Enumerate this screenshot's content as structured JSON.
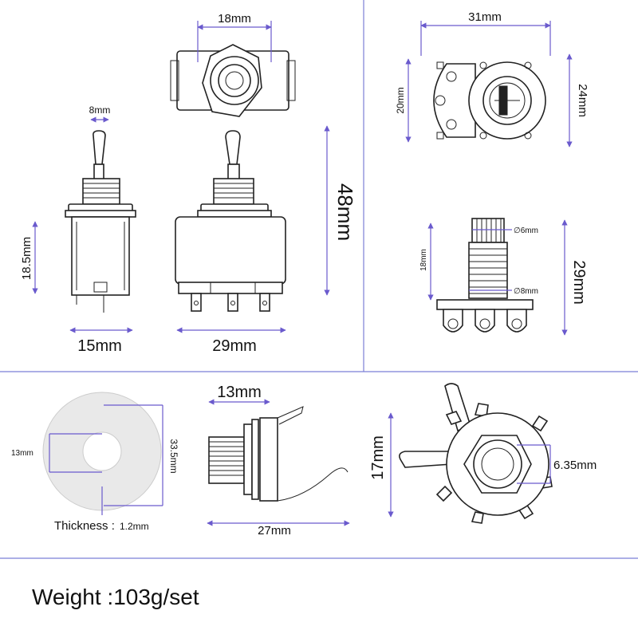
{
  "top_left": {
    "toggle_top_width": "18mm",
    "lever_width": "8mm",
    "body_height": "18.5mm",
    "total_height": "48mm",
    "side_width": "15mm",
    "front_width": "29mm"
  },
  "top_right": {
    "pot_width": "31mm",
    "lug_span": "20mm",
    "body_diameter": "24mm",
    "shaft_diameter": "∅6mm",
    "thread_diameter": "∅8mm",
    "thread_length": "18mm",
    "total_length": "29mm"
  },
  "bottom": {
    "washer_hole": "13mm",
    "washer_outer": "33.5mm",
    "washer_thickness_label": "Thickness :",
    "washer_thickness_value": "1.2mm",
    "jack_thread": "13mm",
    "jack_length": "27mm",
    "switch_height": "17mm",
    "switch_bore": "6.35mm"
  },
  "footer": {
    "weight": "Weight :103g/set"
  }
}
